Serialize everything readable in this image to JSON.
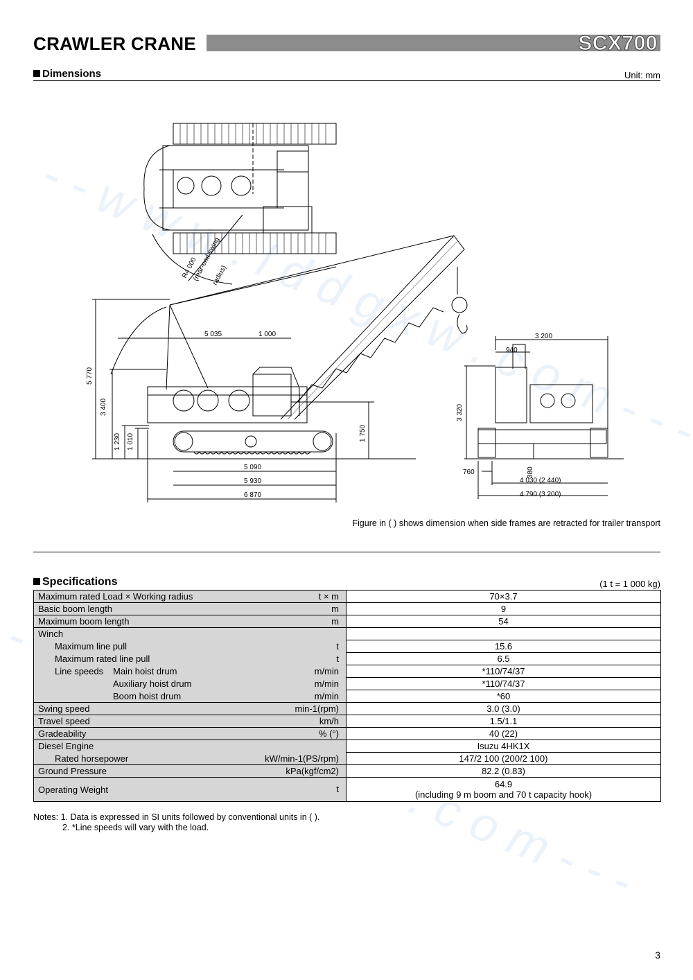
{
  "header": {
    "title": "CRAWLER CRANE",
    "model": "SCX700"
  },
  "dimensions": {
    "heading": "Dimensions",
    "unit": "Unit: mm",
    "labels": {
      "r4000": "R4 000",
      "rear_end": "(rear-end swing",
      "radius": "radius)",
      "d5035": "5 035",
      "d1000": "1 000",
      "d5770": "5 770",
      "d3400": "3 400",
      "d1230": "1 230",
      "d1010": "1 010",
      "d1750": "1 750",
      "d5090": "5 090",
      "d5930": "5 930",
      "d6870": "6 870",
      "d3200": "3 200",
      "d940": "940",
      "d3320": "3 320",
      "d760": "760",
      "d380": "380",
      "d4030": "4 030 (2 440)",
      "d4790": "4 790 (3 200)"
    },
    "caption": "Figure in (    ) shows dimension when side frames are retracted for trailer transport"
  },
  "specifications": {
    "heading": "Specifications",
    "unit": "(1 t = 1 000 kg)",
    "rows": {
      "max_load": {
        "label": "Maximum rated Load × Working radius",
        "unit": "t × m",
        "value": "70×3.7"
      },
      "basic_boom": {
        "label": "Basic boom length",
        "unit": "m",
        "value": "9"
      },
      "max_boom": {
        "label": "Maximum boom length",
        "unit": "m",
        "value": "54"
      },
      "winch": {
        "label": "Winch"
      },
      "max_line_pull": {
        "label": "Maximum line pull",
        "unit": "t",
        "value": "15.6"
      },
      "max_rated_line_pull": {
        "label": "Maximum rated line pull",
        "unit": "t",
        "value": "6.5"
      },
      "line_speeds": {
        "label": "Line speeds"
      },
      "main_hoist": {
        "label": "Main hoist drum",
        "unit": "m/min",
        "value": "*110/74/37"
      },
      "aux_hoist": {
        "label": "Auxiliary hoist drum",
        "unit": "m/min",
        "value": "*110/74/37"
      },
      "boom_hoist": {
        "label": "Boom hoist drum",
        "unit": "m/min",
        "value": "*60"
      },
      "swing_speed": {
        "label": "Swing speed",
        "unit": "min-1(rpm)",
        "value": "3.0 (3.0)"
      },
      "travel_speed": {
        "label": "Travel speed",
        "unit": "km/h",
        "value": "1.5/1.1"
      },
      "gradeability": {
        "label": "Gradeability",
        "unit": "% (°)",
        "value": "40 (22)"
      },
      "engine": {
        "label": "Diesel Engine",
        "value": "Isuzu 4HK1X"
      },
      "rated_hp": {
        "label": "Rated horsepower",
        "unit": "kW/min-1(PS/rpm)",
        "value": "147/2 100 (200/2 100)"
      },
      "ground_pressure": {
        "label": "Ground Pressure",
        "unit": "kPa(kgf/cm2)",
        "value": "82.2 (0.83)"
      },
      "op_weight": {
        "label": "Operating Weight",
        "unit": "t",
        "value": "64.9",
        "value2": "(including 9 m boom and 70 t capacity hook)"
      }
    }
  },
  "notes": {
    "n1": "Notes: 1. Data is expressed in SI units followed by conventional units in (    ).",
    "n2": "2. *Line speeds will vary with the load."
  },
  "page_number": "3",
  "watermark": "- - w w w . l d d g x w . c o m - - -"
}
